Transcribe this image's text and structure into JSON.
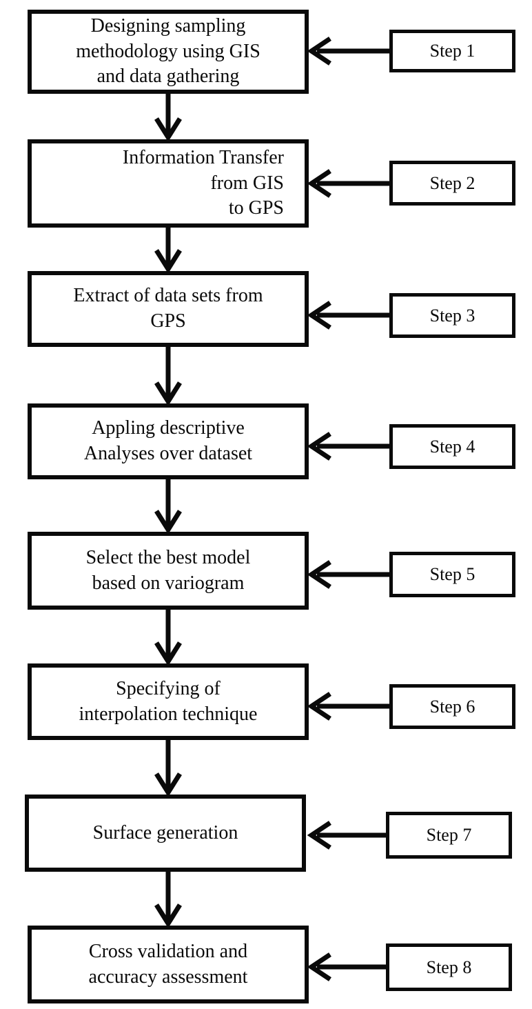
{
  "diagram": {
    "type": "flowchart",
    "ink_color": "#0a0a0a",
    "background_color": "#ffffff",
    "flow": [
      {
        "step_label": "Step 1",
        "text": "Designing sampling\nmethodology using GIS\nand data gathering"
      },
      {
        "step_label": "Step 2",
        "text": "Information Transfer\nfrom GIS\nto GPS"
      },
      {
        "step_label": "Step 3",
        "text": "Extract of data sets from\nGPS"
      },
      {
        "step_label": "Step 4",
        "text": "Appling descriptive\nAnalyses over dataset"
      },
      {
        "step_label": "Step 5",
        "text": "Select the best model\nbased on variogram"
      },
      {
        "step_label": "Step 6",
        "text": "Specifying of\ninterpolation technique"
      },
      {
        "step_label": "Step 7",
        "text": "Surface generation"
      },
      {
        "step_label": "Step 8",
        "text": "Cross validation and\naccuracy assessment"
      }
    ]
  }
}
